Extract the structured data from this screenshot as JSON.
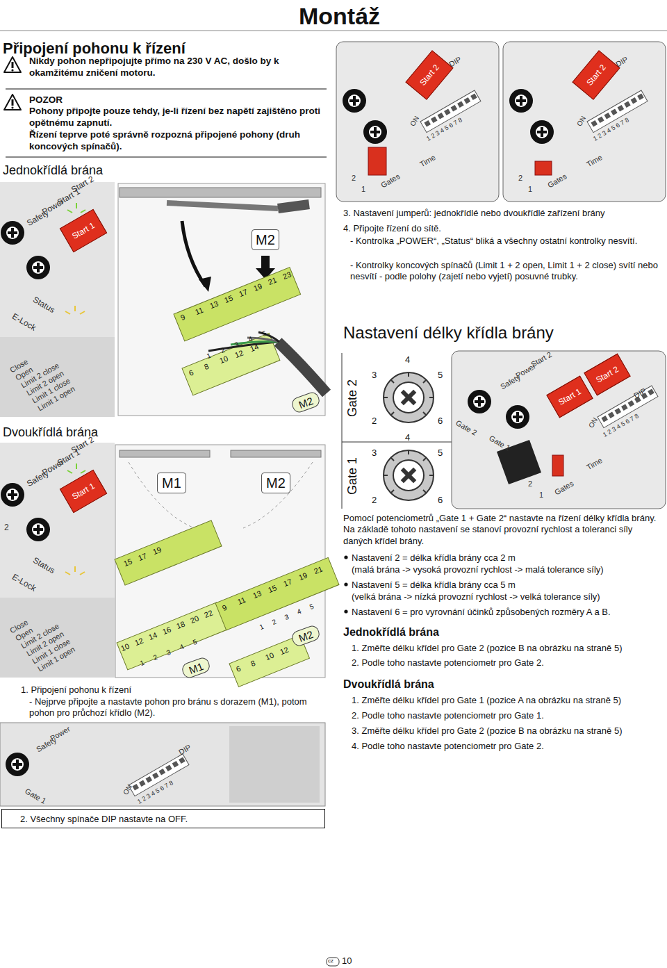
{
  "diagram": {
    "title": "Montáž",
    "nodes": [
      {
        "text": [
          "Start 1"
        ]
      },
      {
        "text": [
          "M2"
        ]
      },
      {
        "text": [
          "M2"
        ]
      },
      {
        "text": [
          "Start 2"
        ]
      },
      {
        "text": [
          "Start 2"
        ]
      },
      {
        "text": [
          "Start 2"
        ]
      },
      {
        "text": [
          "Start 1"
        ]
      },
      {
        "text": [
          "Start 1"
        ]
      },
      {
        "text": [
          "M1"
        ]
      },
      {
        "text": [
          "M2"
        ]
      },
      {
        "text": [
          "M1"
        ]
      },
      {
        "text": [
          "M2"
        ]
      },
      {
        "text": [
          "2. Všechny spínače DIP nastavte na OFF."
        ]
      }
    ],
    "labels": [
      "Připojení pohonu k řízení",
      "Nikdy pohon nepřipojujte přímo na 230 V AC, došlo by k okamžitému zničení motoru.",
      "POZOR",
      "Pohony připojte pouze tehdy, je-li řízení bez napětí zajištěno proti opětnému zapnutí.",
      "Řízení teprve poté správně rozpozná připojené pohony (druh koncových spínačů).",
      "Jednokřídlá brána",
      "Start 2",
      "Start 1",
      "Power",
      "Safety",
      "Status",
      "E-Lock",
      "Close",
      "Open",
      "Limit 2 close",
      "Limit 2 open",
      "Limit 1 close",
      "Limit 1 open",
      "9",
      "11",
      "13",
      "15",
      "17",
      "19",
      "21",
      "23",
      "6",
      "8",
      "10",
      "12",
      "14",
      "1",
      "2",
      "3",
      "4",
      "5",
      "DIP",
      "ON",
      "1 2 3 4 5 6 7 8",
      "2",
      "1",
      "Gates",
      "Time",
      "DIP",
      "ON",
      "1 2 3 4 5 6 7 8",
      "2",
      "1",
      "Gates",
      "Time",
      "3. Nastavení jumperů: jednokřídlé nebo dvoukřídlé zařízení brány",
      "4. Připojte řízení do sítě.",
      "- Kontrolka „POWER“, „Status“ bliká a všechny ostatní kontrolky nesvítí.",
      "- Kontrolky koncových spínačů (Limit 1 + 2 open, Limit 1 + 2 close) svítí nebo nesvítí - podle polohy (zajetí nebo vyjetí) posuvné trubky.",
      "Nastavení délky křídla brány",
      "Gate 2",
      "3",
      "4",
      "5",
      "2",
      "6",
      "Gate 1",
      "4",
      "3",
      "5",
      "2",
      "6",
      "Start 2",
      "Power",
      "Safety",
      "DIP",
      "ON",
      "1 2 3 4 5 6 7 8",
      "Gate 2",
      "Gate 1",
      "Time",
      "2",
      "1",
      "Gates",
      "Pomocí potenciometrů „Gate 1 + Gate 2“ nastavte na řízení délky křídla brány. Na základě tohoto nastavení se stanoví provozní rychlost a toleranci síly daných křídel brány.",
      "Nastavení 2 = délka křídla brány cca 2 m",
      "(malá brána -> vysoká provozní rychlost -> malá tolerance síly)",
      "Nastavení 5 = délka křídla brány cca 5 m",
      "(velká brána -> nízká provozní rychlost -> velká tolerance síly)",
      "Nastavení 6 = pro vyrovnání účinků způsobených rozměry A a B.",
      "Jednokřídlá brána",
      "1. Změřte délku křídel pro Gate 2 (pozice B na obrázku na straně 5)",
      "2. Podle toho nastavte potenciometr pro Gate 2.",
      "Dvoukřídlá brána",
      "1. Změřte délku křídel pro Gate 1 (pozice A na obrázku na straně 5)",
      "2. Podle toho nastavte potenciometr pro Gate 1.",
      "3. Změřte délku křídel pro Gate 2 (pozice B na obrázku na straně 5)",
      "4. Podle toho nastavte potenciometr pro Gate 2.",
      "Dvoukřídlá brána",
      "Start 2",
      "Start 1",
      "Power",
      "Safety",
      "2",
      "Status",
      "E-Lock",
      "Close",
      "Open",
      "Limit 2 close",
      "Limit 2 open",
      "Limit 1 close",
      "Limit 1 open",
      "15",
      "17",
      "19",
      "10",
      "12",
      "14",
      "16",
      "18",
      "20",
      "22",
      "9",
      "11",
      "13",
      "15",
      "17",
      "19",
      "21",
      "6",
      "8",
      "10",
      "12",
      "1",
      "2",
      "3",
      "4",
      "5",
      "1",
      "2",
      "3",
      "4",
      "5",
      "1. Připojení pohonu k řízení",
      "- Nejprve připojte a nastavte pohon pro bránu s dorazem (M1), potom pohon pro průchozí křídlo (M2).",
      "Power",
      "Safety",
      "DIP",
      "ON",
      "1 2 3 4 5 6 7 8",
      "Gate 1",
      "cz",
      "10"
    ]
  }
}
